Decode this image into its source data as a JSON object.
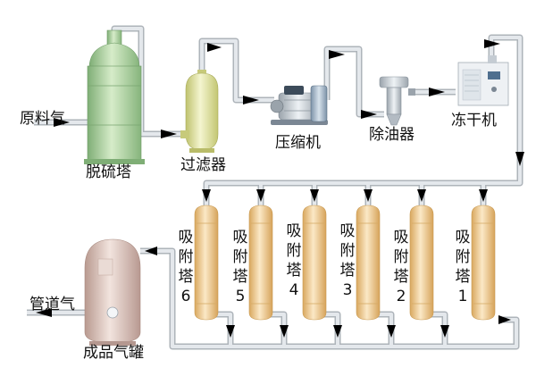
{
  "labels": {
    "feed_gas": "原料气",
    "desulfurization_tower": "脱硫塔",
    "filter": "过滤器",
    "compressor": "压缩机",
    "oil_remover": "除油器",
    "freeze_dryer": "冻干机",
    "product_tank": "成品气罐",
    "pipeline_gas": "管道气"
  },
  "adsorption_towers": [
    {
      "c1": "吸",
      "c2": "附",
      "c3": "塔",
      "num": "6"
    },
    {
      "c1": "吸",
      "c2": "附",
      "c3": "塔",
      "num": "5"
    },
    {
      "c1": "吸",
      "c2": "附",
      "c3": "塔",
      "num": "4"
    },
    {
      "c1": "吸",
      "c2": "附",
      "c3": "塔",
      "num": "3"
    },
    {
      "c1": "吸",
      "c2": "附",
      "c3": "塔",
      "num": "2"
    },
    {
      "c1": "吸",
      "c2": "附",
      "c3": "塔",
      "num": "1"
    }
  ],
  "colors": {
    "pipe": "#d8dde2",
    "pipe_edge": "#aeb4ba",
    "arrow": "#000000",
    "desulfurization_tower": "#a8cf9c",
    "filter": "#e3e6a8",
    "adsorption_tower": "#ecc98f",
    "product_tank": "#dcc4bb"
  }
}
